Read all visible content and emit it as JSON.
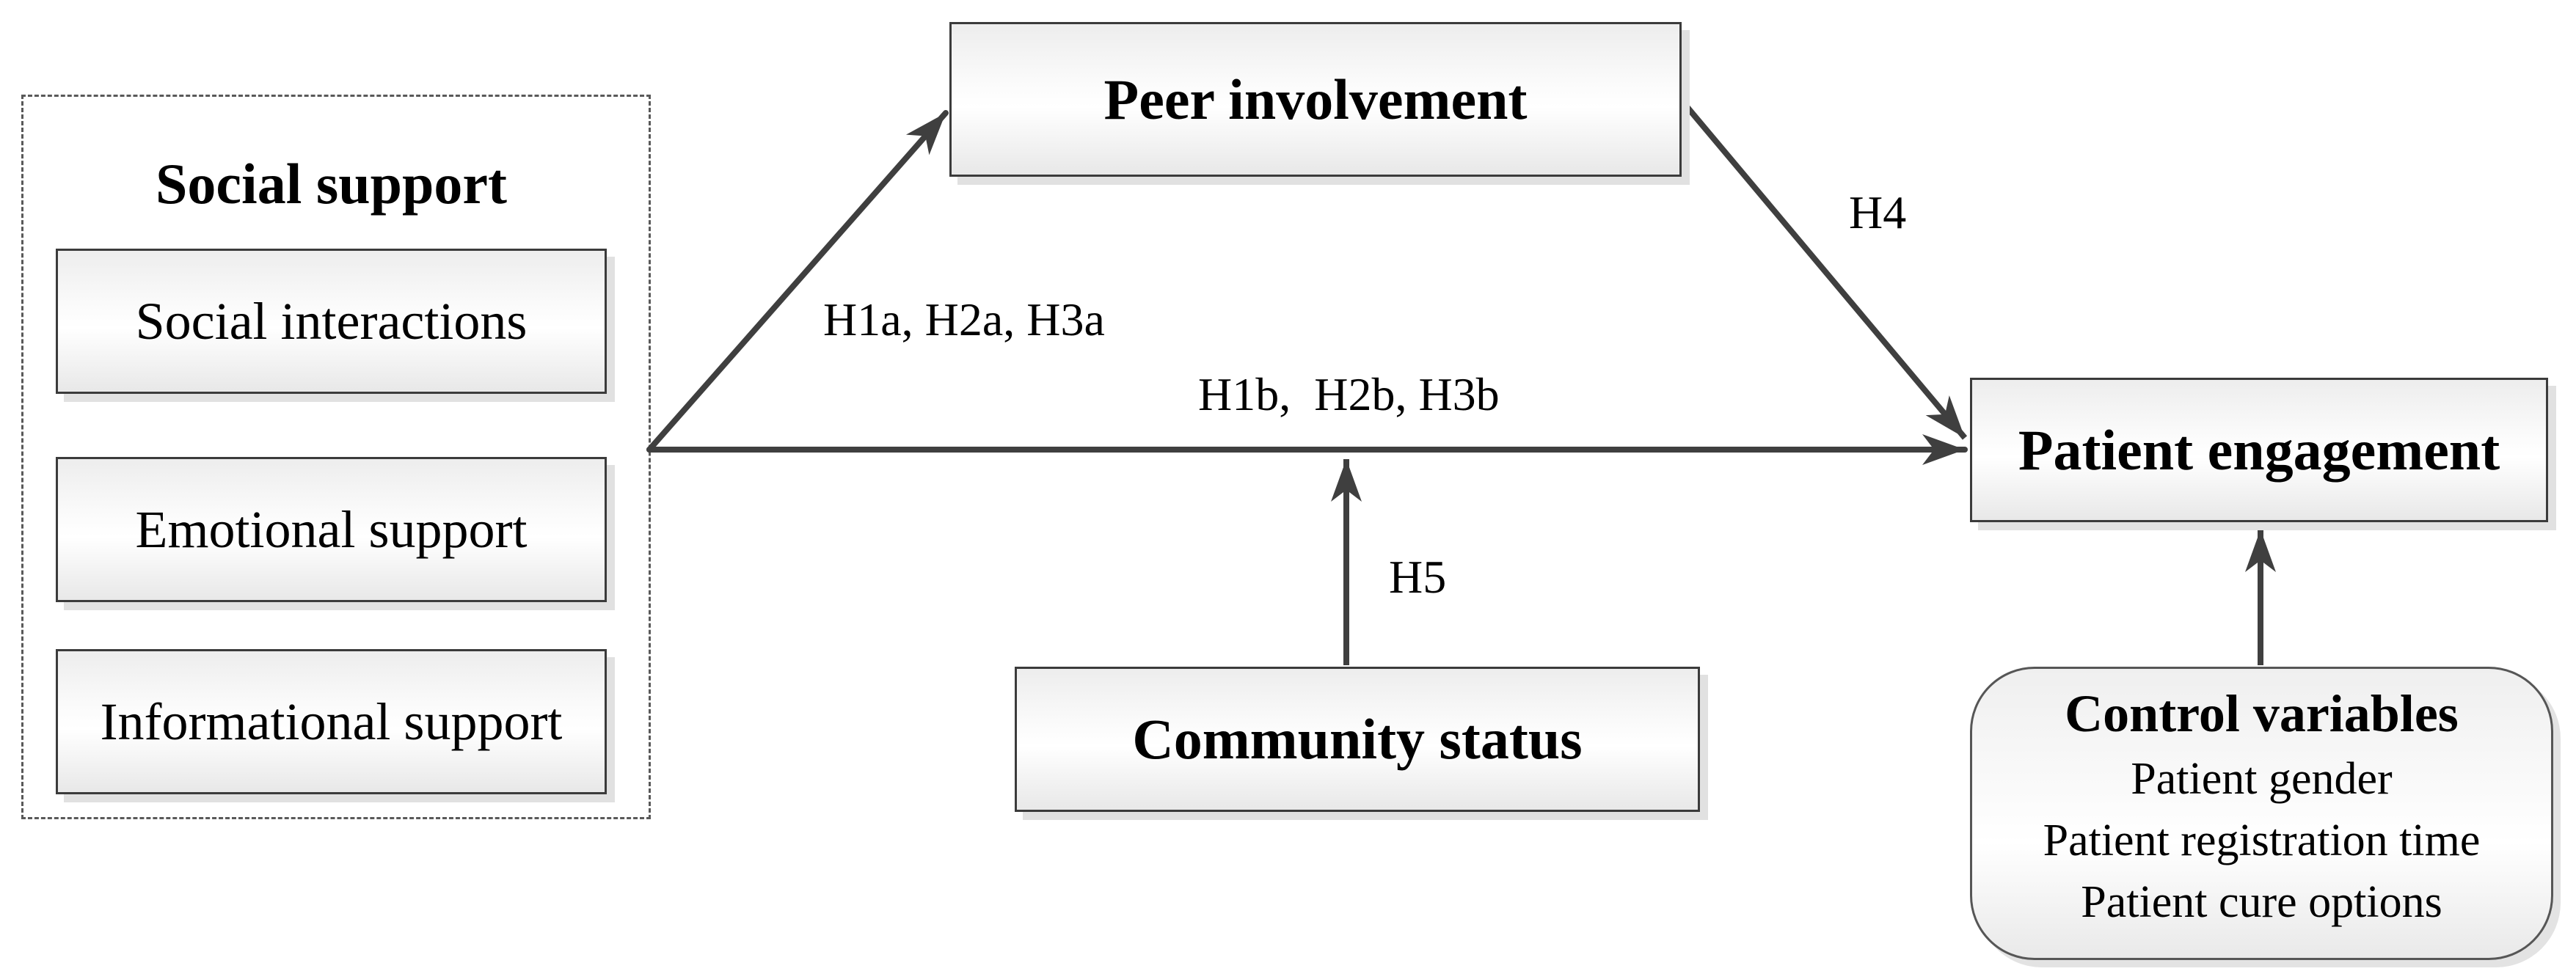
{
  "diagram": {
    "social_support": {
      "title": "Social support",
      "items": [
        "Social interactions",
        "Emotional support",
        "Informational support"
      ]
    },
    "nodes": {
      "peer_involvement": "Peer involvement",
      "patient_engagement": "Patient engagement",
      "community_status": "Community status"
    },
    "control_variables": {
      "title": "Control variables",
      "items": [
        "Patient gender",
        "Patient registration time",
        "Patient cure options"
      ]
    },
    "hypothesis_labels": {
      "h1a": "H1a, H2a, H3a",
      "h1b": "H1b,  H2b, H3b",
      "h4": "H4",
      "h5": "H5"
    },
    "arrows": [
      {
        "from": "Social support",
        "to": "Peer involvement",
        "label": "H1a, H2a, H3a"
      },
      {
        "from": "Social support",
        "to": "Patient engagement",
        "label": "H1b, H2b, H3b"
      },
      {
        "from": "Peer involvement",
        "to": "Patient engagement",
        "label": "H4"
      },
      {
        "from": "Community status",
        "to": "Social support - Patient engagement path",
        "label": "H5"
      },
      {
        "from": "Control variables",
        "to": "Patient engagement",
        "label": ""
      }
    ],
    "colors": {
      "arrow": "#3f3f3f",
      "box_border": "#3b3b3b",
      "dashed_border": "#595959",
      "shadow": "#e1e1e1",
      "fill_top": "#ededed",
      "fill_bottom": "#e8e8e8",
      "background": "#ffffff"
    }
  }
}
